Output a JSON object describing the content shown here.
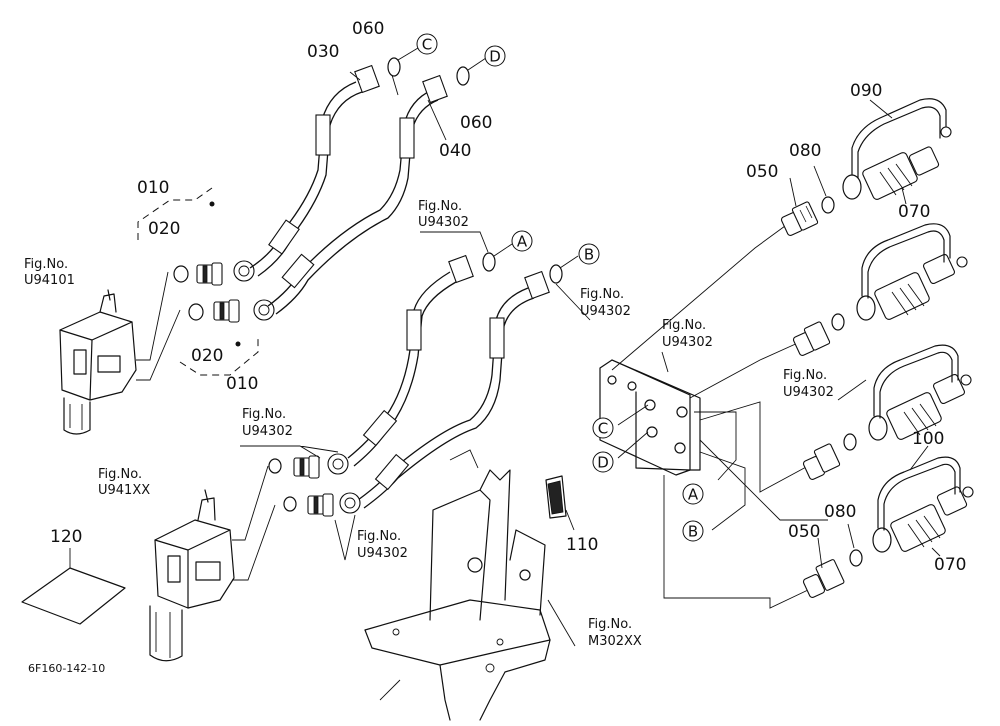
{
  "drawing_code": "6F160-142-10",
  "part_numbers": {
    "p010a": "010",
    "p010b": "010",
    "p020a": "020",
    "p020b": "020",
    "p030": "030",
    "p040": "040",
    "p050a": "050",
    "p050b": "050",
    "p060a": "060",
    "p060b": "060",
    "p070a": "070",
    "p070b": "070",
    "p080a": "080",
    "p080b": "080",
    "p090": "090",
    "p100": "100",
    "p110": "110",
    "p120": "120"
  },
  "figure_refs": [
    {
      "label": "Fig.No.",
      "code": "U94101"
    },
    {
      "label": "Fig.No.",
      "code": "U941XX"
    },
    {
      "label": "Fig.No.",
      "code": "U94302"
    },
    {
      "label": "Fig.No.",
      "code": "U94302"
    },
    {
      "label": "Fig.No.",
      "code": "U94302"
    },
    {
      "label": "Fig.No.",
      "code": "U94302"
    },
    {
      "label": "Fig.No.",
      "code": "U94302"
    },
    {
      "label": "Fig.No.",
      "code": "U94302"
    },
    {
      "label": "Fig.No.",
      "code": "M302XX"
    }
  ],
  "connection_markers": {
    "c_top": "C",
    "d_top": "D",
    "a_top": "A",
    "b_top": "B",
    "c_bracket": "C",
    "d_bracket": "D",
    "a_bracket": "A",
    "b_bracket": "B"
  }
}
